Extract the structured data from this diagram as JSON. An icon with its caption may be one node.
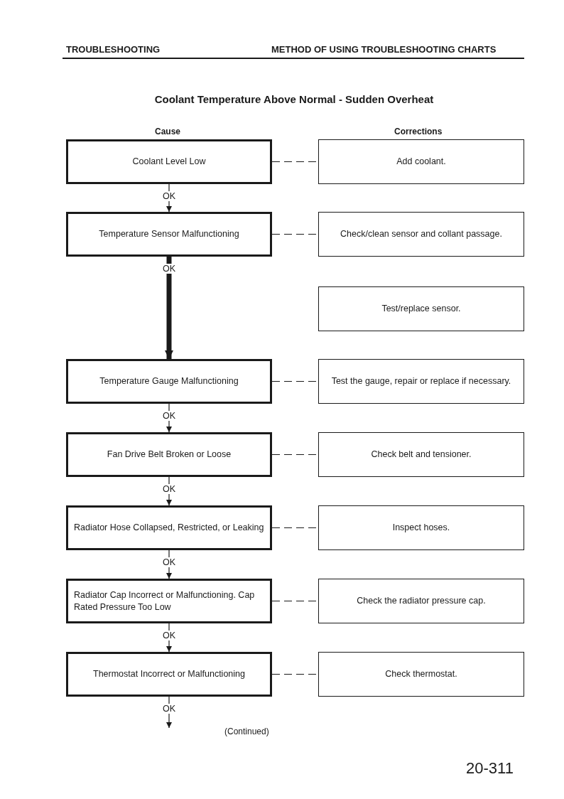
{
  "diagram": {
    "title": "Coolant Temperature Above Normal - Sudden Overheat",
    "nodes": [
      {
        "text": [
          "Coolant Level Low"
        ]
      },
      {
        "text": [
          "Add coolant."
        ]
      },
      {
        "text": [
          "Temperature Sensor Malfunctioning"
        ]
      },
      {
        "text": [
          "Check/clean sensor and collant passage."
        ]
      },
      {
        "text": [
          "Test/replace sensor."
        ]
      },
      {
        "text": [
          "Temperature Gauge Malfunctioning"
        ]
      },
      {
        "text": [
          "Test the gauge, repair or replace if necessary."
        ]
      },
      {
        "text": [
          "Fan Drive Belt Broken or Loose"
        ]
      },
      {
        "text": [
          "Check belt and tensioner."
        ]
      },
      {
        "text": [
          "Radiator Hose Collapsed, Restricted, or Leaking"
        ]
      },
      {
        "text": [
          "Inspect hoses."
        ]
      },
      {
        "text": [
          "Radiator Cap Incorrect or Malfunctioning. Cap Rated Pressure Too Low"
        ]
      },
      {
        "text": [
          "Check the radiator pressure cap."
        ]
      },
      {
        "text": [
          "Thermostat Incorrect or Malfunctioning"
        ]
      },
      {
        "text": [
          "Check thermostat."
        ]
      }
    ],
    "edges": [
      {
        "from": 0,
        "to": 1,
        "arrow": "none",
        "style": "dashed"
      },
      {
        "from": 0,
        "to": 2,
        "arrow": "to",
        "label": "OK"
      },
      {
        "from": 2,
        "to": 3,
        "arrow": "none",
        "style": "dashed"
      },
      {
        "from": 2,
        "to": 5,
        "arrow": "to",
        "label": "OK",
        "style": "thick"
      },
      {
        "from": 5,
        "to": 6,
        "arrow": "none",
        "style": "dashed"
      },
      {
        "from": 5,
        "to": 7,
        "arrow": "to",
        "label": "OK"
      },
      {
        "from": 7,
        "to": 8,
        "arrow": "none",
        "style": "dashed"
      },
      {
        "from": 7,
        "to": 9,
        "arrow": "to",
        "label": "OK"
      },
      {
        "from": 9,
        "to": 10,
        "arrow": "none",
        "style": "dashed"
      },
      {
        "from": 9,
        "to": 11,
        "arrow": "to",
        "label": "OK"
      },
      {
        "from": 11,
        "to": 12,
        "arrow": "none",
        "style": "dashed"
      },
      {
        "from": 11,
        "to": 13,
        "arrow": "to",
        "label": "OK"
      },
      {
        "from": 13,
        "to": 14,
        "arrow": "none",
        "style": "dashed"
      },
      {
        "from": 13,
        "to": null,
        "arrow": "to",
        "label": "OK"
      }
    ],
    "labels": [
      "TROUBLESHOOTING",
      "METHOD OF USING TROUBLESHOOTING CHARTS",
      "Cause",
      "Corrections",
      "(Continued)",
      "20-311"
    ]
  }
}
